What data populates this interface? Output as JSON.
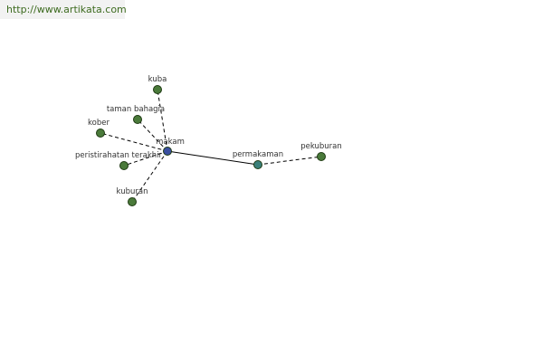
{
  "watermark": "http://www.artikata.com",
  "colors": {
    "center_node": "#3a4fa0",
    "related_node": "#4a7a3a",
    "secondary_node": "#3a7f7a"
  },
  "graph": {
    "nodes": [
      {
        "id": "makam",
        "label": "makam",
        "role": "center"
      },
      {
        "id": "kuba",
        "label": "kuba",
        "role": "related"
      },
      {
        "id": "taman_bahagia",
        "label": "taman bahagia",
        "role": "related"
      },
      {
        "id": "kober",
        "label": "kober",
        "role": "related"
      },
      {
        "id": "peristirahatan_terakhir",
        "label": "peristirahatan terakhir",
        "role": "related"
      },
      {
        "id": "kuburan",
        "label": "kuburan",
        "role": "related"
      },
      {
        "id": "permakaman",
        "label": "permakaman",
        "role": "secondary"
      },
      {
        "id": "pekuburan",
        "label": "pekuburan",
        "role": "related"
      }
    ],
    "edges": [
      {
        "from": "makam",
        "to": "kuba",
        "style": "dashed"
      },
      {
        "from": "makam",
        "to": "taman_bahagia",
        "style": "dashed"
      },
      {
        "from": "makam",
        "to": "kober",
        "style": "dashed"
      },
      {
        "from": "makam",
        "to": "peristirahatan_terakhir",
        "style": "dashed"
      },
      {
        "from": "makam",
        "to": "kuburan",
        "style": "dashed"
      },
      {
        "from": "makam",
        "to": "permakaman",
        "style": "solid"
      },
      {
        "from": "permakaman",
        "to": "pekuburan",
        "style": "dashed"
      }
    ]
  }
}
